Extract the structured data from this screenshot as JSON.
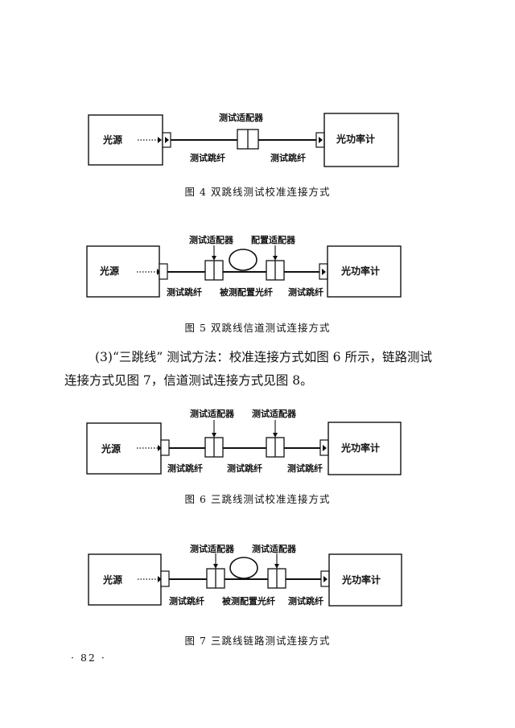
{
  "figures": [
    {
      "id": "fig4",
      "caption": "图 4   双跳线测试校准连接方式",
      "source": "光源",
      "meter": "光功率计",
      "adapters": [
        "测试适配器"
      ],
      "fibers": [
        "测试跳纤",
        "测试跳纤"
      ]
    },
    {
      "id": "fig5",
      "caption": "图 5   双跳线信道测试连接方式",
      "source": "光源",
      "meter": "光功率计",
      "adapters": [
        "测试适配器",
        "配置适配器"
      ],
      "fibers": [
        "测试跳纤",
        "被测配置光纤",
        "测试跳纤"
      ]
    },
    {
      "id": "fig6",
      "caption": "图 6   三跳线测试校准连接方式",
      "source": "光源",
      "meter": "光功率计",
      "adapters": [
        "测试适配器",
        "测试适配器"
      ],
      "fibers": [
        "测试跳纤",
        "测试跳纤",
        "测试跳纤"
      ]
    },
    {
      "id": "fig7",
      "caption": "图 7   三跳线链路测试连接方式",
      "source": "光源",
      "meter": "光功率计",
      "adapters": [
        "测试适配器",
        "测试适配器"
      ],
      "fibers": [
        "测试跳纤",
        "被测配置光纤",
        "测试跳纤"
      ]
    }
  ],
  "paragraph": {
    "line1": "(3)“三跳线” 测试方法：校准连接方式如图 6 所示，链路测试",
    "line2": "连接方式见图 7，信道测试连接方式见图 8。"
  },
  "page_number": "· 82 ·"
}
